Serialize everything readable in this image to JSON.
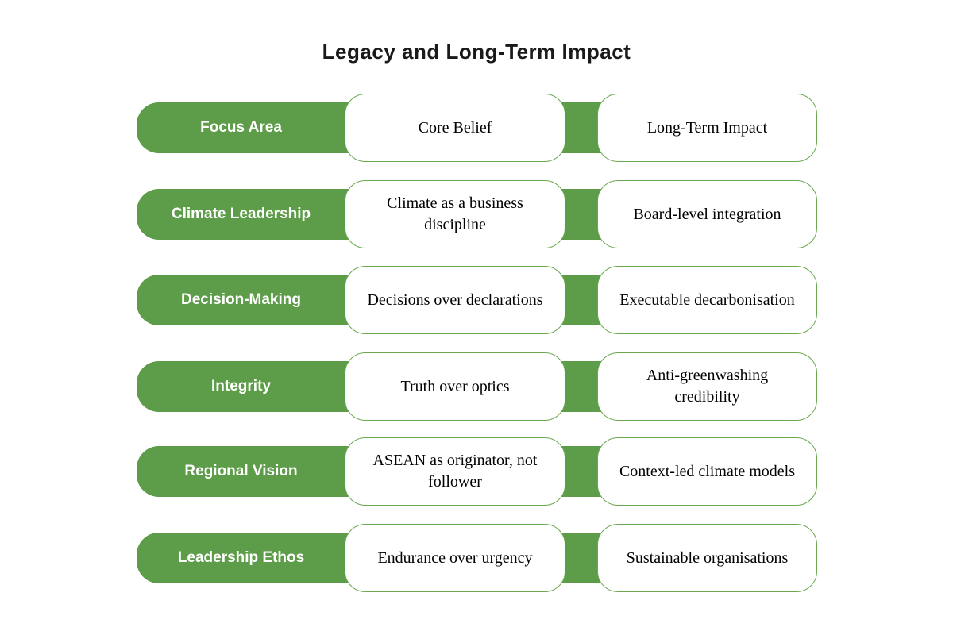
{
  "title": "Legacy and Long-Term Impact",
  "colors": {
    "green": "#5d9c48",
    "box_border": "#6aa84f",
    "text": "#1a1a1a"
  },
  "columns": {
    "focus_area_header": "Focus Area",
    "core_belief_header": "Core Belief",
    "long_term_impact_header": "Long-Term Impact"
  },
  "rows": [
    {
      "focus_area": "Focus Area",
      "core_belief": "Core Belief",
      "long_term_impact": "Long-Term Impact"
    },
    {
      "focus_area": "Climate Leadership",
      "core_belief": "Climate as a business discipline",
      "long_term_impact": "Board-level integration"
    },
    {
      "focus_area": "Decision-Making",
      "core_belief": "Decisions over declarations",
      "long_term_impact": "Executable decarbonisation"
    },
    {
      "focus_area": "Integrity",
      "core_belief": "Truth over optics",
      "long_term_impact": "Anti-greenwashing credibility"
    },
    {
      "focus_area": "Regional Vision",
      "core_belief": "ASEAN as originator, not follower",
      "long_term_impact": "Context-led climate models"
    },
    {
      "focus_area": "Leadership Ethos",
      "core_belief": "Endurance over urgency",
      "long_term_impact": "Sustainable organisations"
    }
  ]
}
